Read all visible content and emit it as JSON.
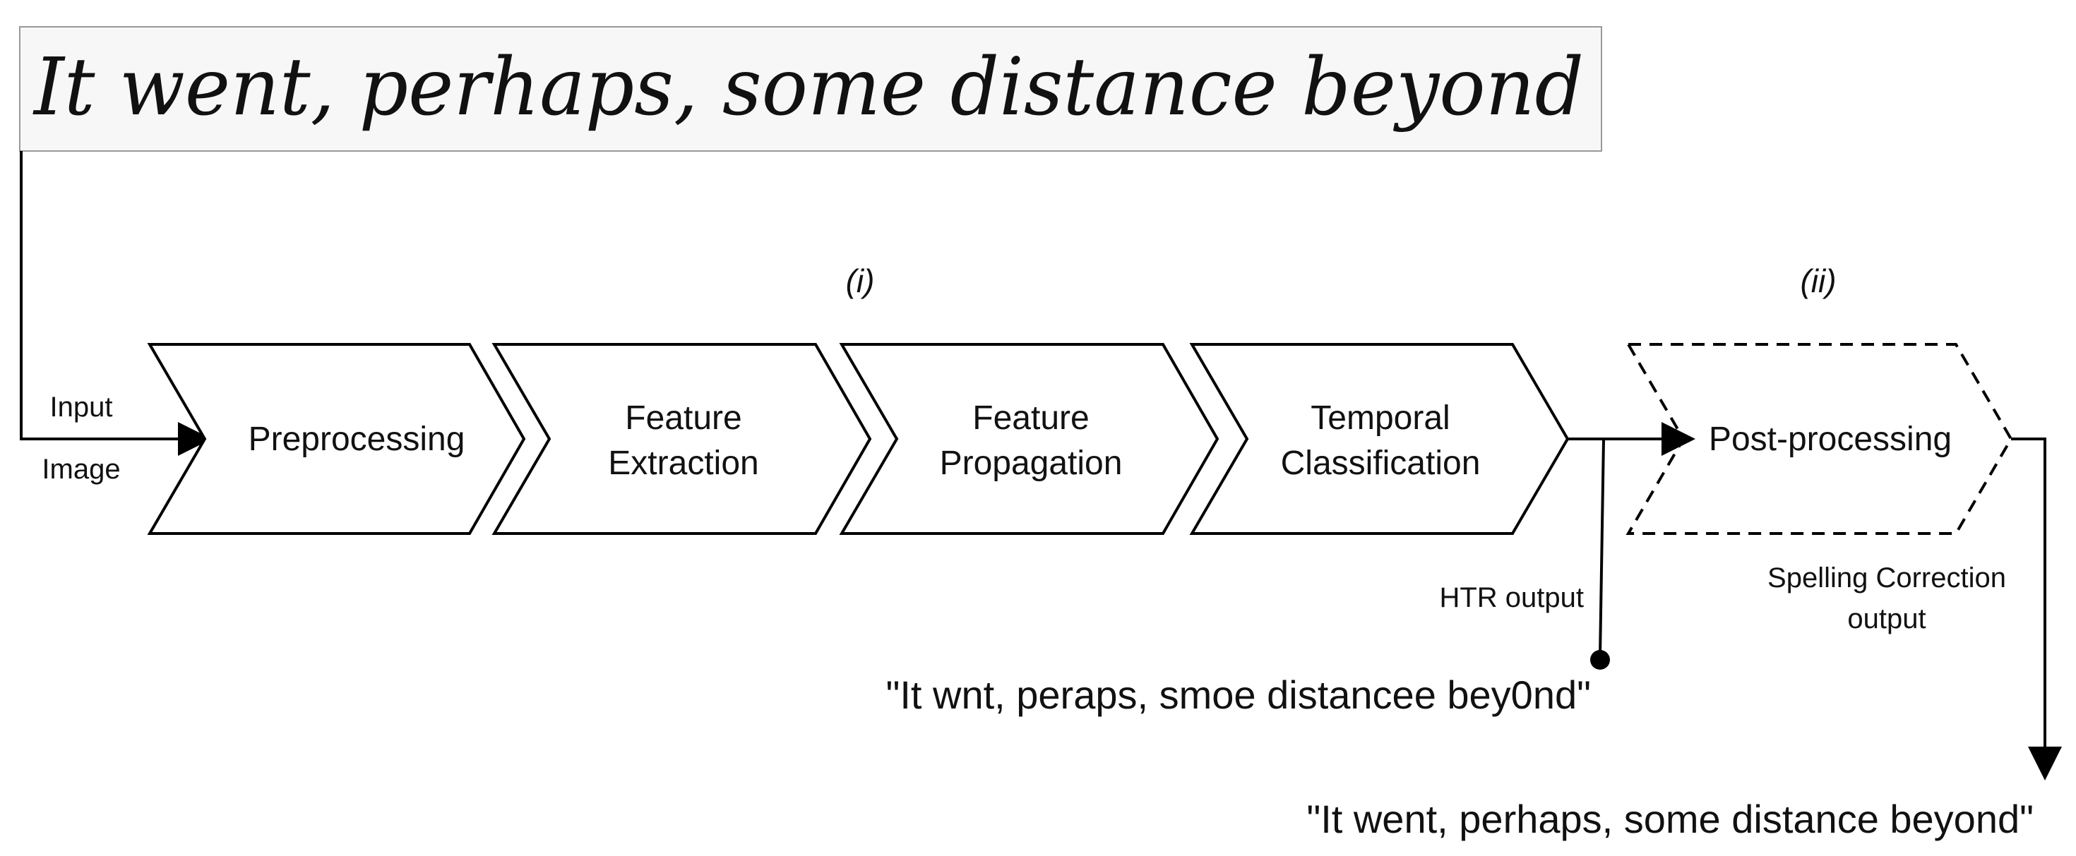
{
  "input_image": {
    "handwritten_text": "It went, perhaps, some distance beyond"
  },
  "labels": {
    "input_line1": "Input",
    "input_line2": "Image",
    "group_i": "(i)",
    "group_ii": "(ii)",
    "htr_output": "HTR output",
    "spelling_line1": "Spelling Correction",
    "spelling_line2": "output"
  },
  "stages": [
    {
      "lines": [
        "Preprocessing"
      ]
    },
    {
      "lines": [
        "Feature",
        "Extraction"
      ]
    },
    {
      "lines": [
        "Feature",
        "Propagation"
      ]
    },
    {
      "lines": [
        "Temporal",
        "Classification"
      ]
    }
  ],
  "postprocess": {
    "label": "Post-processing",
    "style": "dashed"
  },
  "outputs": {
    "htr_text": "\"It wnt, peraps, smoe distancee bey0nd\"",
    "corrected_text": "\"It went, perhaps, some distance beyond\""
  }
}
